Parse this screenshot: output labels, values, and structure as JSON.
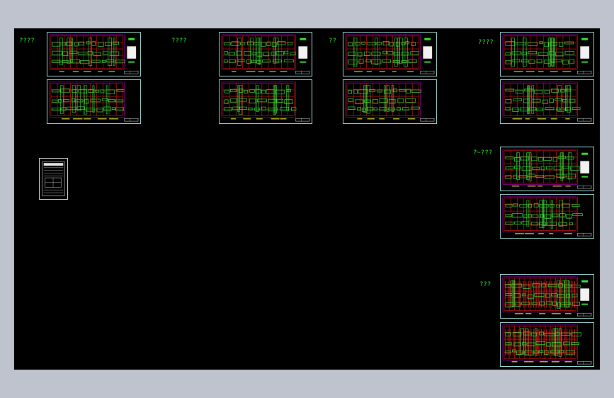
{
  "workspace": {
    "background_color": "#bfc3ce",
    "canvas_color": "#000000"
  },
  "colors": {
    "label": "#39e639",
    "sheet_border": "#9ad7d3",
    "grid": "#e01818",
    "wall": "#39e639",
    "accent": "#e600e6",
    "text": "#f0e020"
  },
  "groups": [
    {
      "label": "????"
    },
    {
      "label": "????"
    },
    {
      "label": "??"
    },
    {
      "label": "????"
    },
    {
      "label": "?~???"
    },
    {
      "label": "???"
    }
  ],
  "sheets": [
    {
      "name": "sheet-g1-a",
      "variant": "wall"
    },
    {
      "name": "sheet-g1-b",
      "variant": "wall"
    },
    {
      "name": "sheet-g2-a",
      "variant": "wall"
    },
    {
      "name": "sheet-g2-b",
      "variant": "wall"
    },
    {
      "name": "sheet-g3-a",
      "variant": "grid"
    },
    {
      "name": "sheet-g3-b",
      "variant": "grid"
    },
    {
      "name": "sheet-g4-a",
      "variant": "grid"
    },
    {
      "name": "sheet-g4-b",
      "variant": "grid"
    },
    {
      "name": "sheet-g5-a",
      "variant": "grid"
    },
    {
      "name": "sheet-g5-b",
      "variant": "grid"
    },
    {
      "name": "sheet-g6-a",
      "variant": "dense"
    },
    {
      "name": "sheet-g6-b",
      "variant": "dense"
    }
  ]
}
